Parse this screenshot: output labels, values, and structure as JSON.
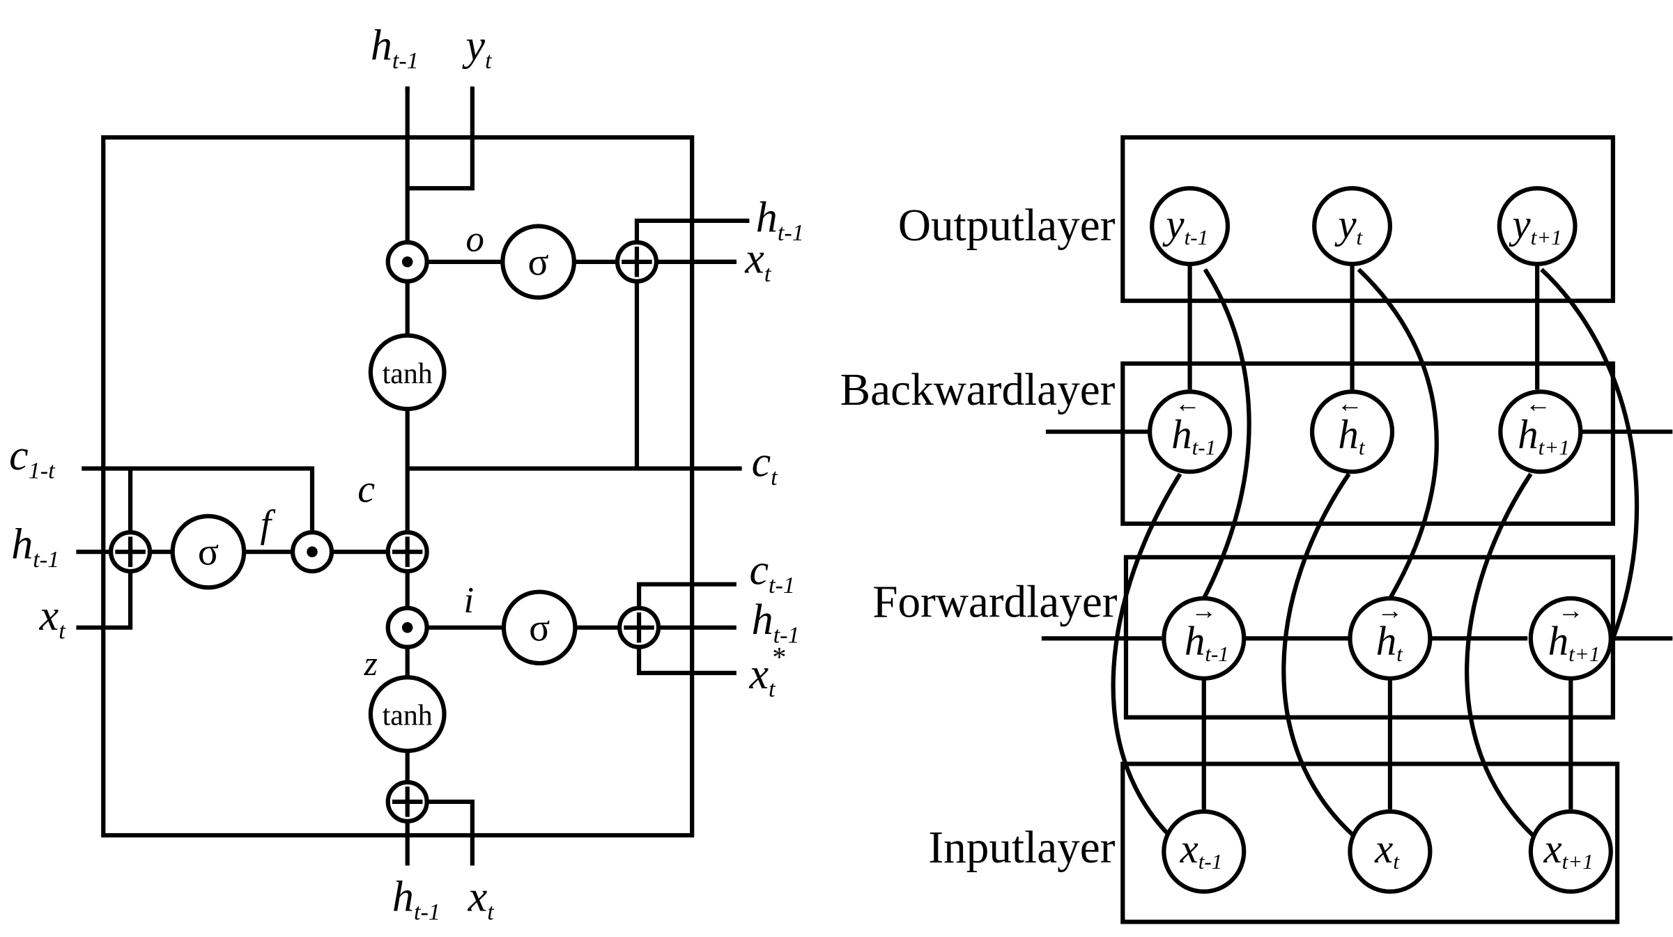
{
  "lstm_cell": {
    "gate_sigma": "σ",
    "gate_tanh": "tanh",
    "op_add": "⊕",
    "op_mul": "⊙",
    "gate_o": "o",
    "gate_f": "f",
    "gate_i": "i",
    "state_c": "c",
    "state_z": "z",
    "inputs": {
      "top_h": {
        "base": "h",
        "sub": "t-1"
      },
      "top_y": {
        "base": "y",
        "sub": "t"
      },
      "out_h": {
        "base": "h",
        "sub": "t-1"
      },
      "out_x": {
        "base": "x",
        "sub": "t"
      },
      "left_c": {
        "base": "c",
        "sub": "1-t"
      },
      "left_h": {
        "base": "h",
        "sub": "t-1"
      },
      "left_x": {
        "base": "x",
        "sub": "t"
      },
      "right_c": {
        "base": "c",
        "sub": "t"
      },
      "in_c": {
        "base": "c",
        "sub": "t-1"
      },
      "in_h": {
        "base": "h",
        "sub": "t-1"
      },
      "in_x": {
        "base": "x",
        "sub": "t",
        "sup": "*"
      },
      "bottom_h": {
        "base": "h",
        "sub": "t-1"
      },
      "bottom_x": {
        "base": "x",
        "sub": "t"
      }
    }
  },
  "bilstm": {
    "layers": {
      "output": "Outputlayer",
      "backward": "Backwardlayer",
      "forward": "Forwardlayer",
      "input": "Inputlayer"
    },
    "output_nodes": [
      {
        "base": "y",
        "sub": "t-1"
      },
      {
        "base": "y",
        "sub": "t"
      },
      {
        "base": "y",
        "sub": "t+1"
      }
    ],
    "backward_nodes": [
      {
        "base": "h",
        "sub": "t-1"
      },
      {
        "base": "h",
        "sub": "t"
      },
      {
        "base": "h",
        "sub": "t+1"
      }
    ],
    "forward_nodes": [
      {
        "base": "h",
        "sub": "t-1"
      },
      {
        "base": "h",
        "sub": "t"
      },
      {
        "base": "h",
        "sub": "t+1"
      }
    ],
    "input_nodes": [
      {
        "base": "x",
        "sub": "t-1"
      },
      {
        "base": "x",
        "sub": "t"
      },
      {
        "base": "x",
        "sub": "t+1"
      }
    ],
    "arrow_backward": "←",
    "arrow_forward": "→"
  }
}
